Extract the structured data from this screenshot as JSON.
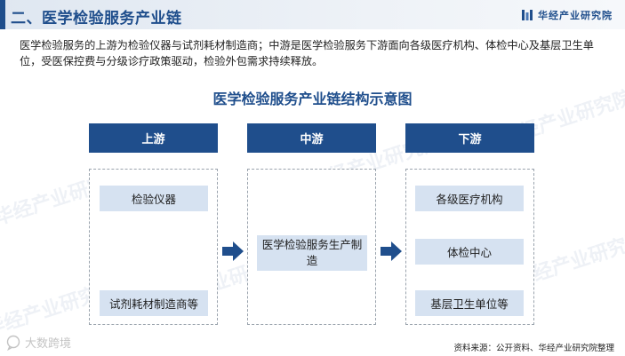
{
  "header": {
    "title": "二、医学检验服务产业链",
    "brand": "华经产业研究院"
  },
  "intro": "医学检验服务的上游为检验仪器与试剂耗材制造商；中游是医学检验服务下游面向各级医疗机构、体检中心及基层卫生单位，受医保控费与分级诊疗政策驱动，检验外包需求持续释放。",
  "diagram": {
    "title": "医学检验服务产业链结构示意图",
    "stages": [
      {
        "label": "上游",
        "items": [
          "检验仪器",
          "试剂耗材制造商等"
        ]
      },
      {
        "label": "中游",
        "items": [
          "医学检验服务生产制造"
        ]
      },
      {
        "label": "下游",
        "items": [
          "各级医疗机构",
          "体检中心",
          "基层卫生单位等"
        ]
      }
    ]
  },
  "watermark": "华经产业研究院",
  "corner_mark": "大数跨境",
  "source": "资料来源：公开资料、华经产业研究院整理",
  "colors": {
    "primary": "#1f4e8c",
    "item_bg": "#d6e2f1",
    "header_bg": "#dfe7f1"
  }
}
